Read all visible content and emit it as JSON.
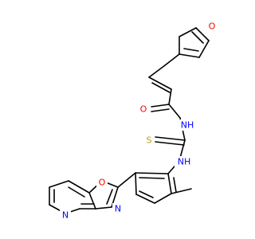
{
  "molecule": {
    "atoms": [
      {
        "id": "O_furan",
        "label": "O",
        "color": "#ff0000"
      },
      {
        "id": "O_carbonyl",
        "label": "O",
        "color": "#ff0000"
      },
      {
        "id": "N_amide",
        "label": "NH",
        "color": "#0000ff"
      },
      {
        "id": "S_thio",
        "label": "S",
        "color": "#b8a000"
      },
      {
        "id": "N_thio",
        "label": "NH",
        "color": "#0000ff"
      },
      {
        "id": "O_oxazole",
        "label": "O",
        "color": "#ff0000"
      },
      {
        "id": "N_oxazole",
        "label": "N",
        "color": "#0000ff"
      },
      {
        "id": "N_pyridine",
        "label": "N",
        "color": "#0000ff"
      }
    ]
  }
}
